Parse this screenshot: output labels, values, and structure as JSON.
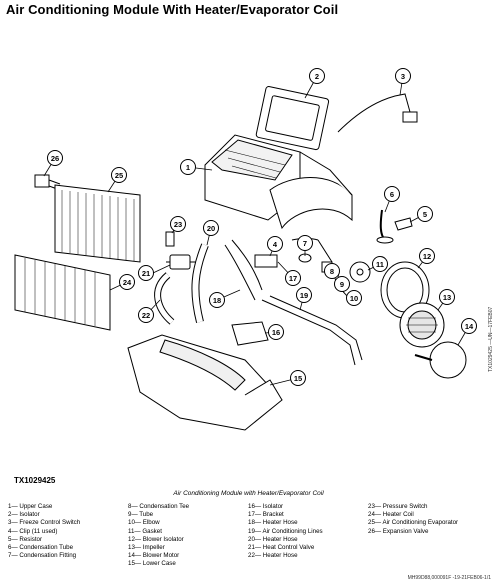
{
  "title": "Air Conditioning Module With Heater/Evaporator Coil",
  "figure_id": "TX1029425",
  "caption": "Air Conditioning Module with Heater/Evaporator Coil",
  "callouts": [
    "1",
    "2",
    "3",
    "4",
    "5",
    "6",
    "7",
    "8",
    "9",
    "10",
    "11",
    "12",
    "13",
    "14",
    "15",
    "16",
    "17",
    "18",
    "19",
    "20",
    "21",
    "22",
    "23",
    "24",
    "25",
    "26"
  ],
  "legend_columns": [
    [
      "1— Upper Case",
      "2— Isolator",
      "3— Freeze Control Switch",
      "4— Clip (11 used)",
      "5— Resistor",
      "6— Condensation Tube",
      "7— Condensation Fitting"
    ],
    [
      "8— Condensation Tee",
      "9— Tube",
      "10— Elbow",
      "11— Gasket",
      "12— Blower Isolator",
      "13— Impeller",
      "14— Blower Motor",
      "15— Lower Case"
    ],
    [
      "16— Isolator",
      "17— Bracket",
      "18— Heater Hose",
      "19— Air Conditioning Lines",
      "20— Heater Hose",
      "21— Heat Control Valve",
      "22— Heater Hose"
    ],
    [
      "23— Pressure Switch",
      "24— Heater Coil",
      "25— Air Conditioning Evaporator",
      "26— Expansion Valve"
    ]
  ],
  "side_code": "TX1029425 —UN—17FEB07",
  "footer": "MH99D88,000091F -19-21FEB06-1/1"
}
